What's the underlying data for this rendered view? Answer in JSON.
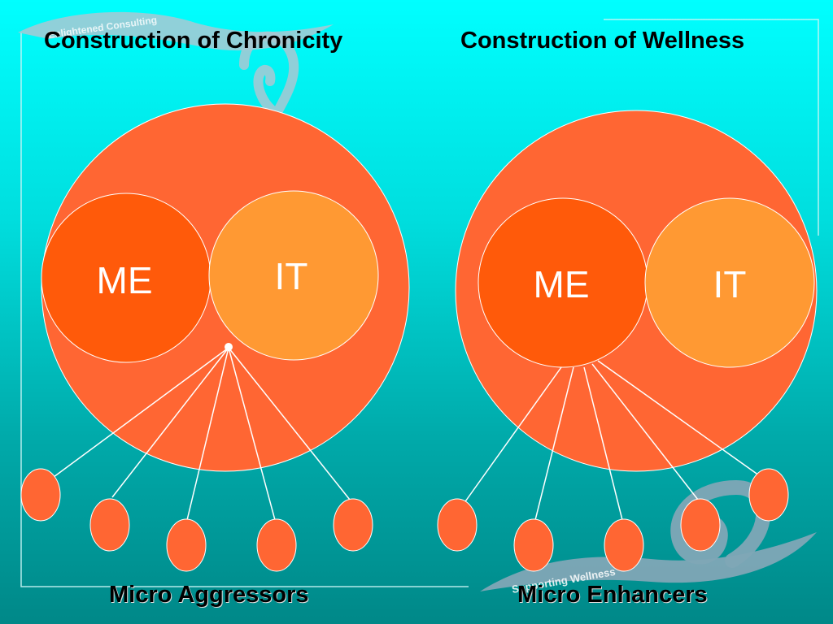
{
  "slide": {
    "left_title": "Construction of Chronicity",
    "right_title": "Construction of Wellness",
    "left_caption": "Micro Aggressors",
    "right_caption": "Micro Enhancers",
    "left_me": "ME",
    "left_it": "IT",
    "right_me": "ME",
    "right_it": "IT",
    "watermark_top": "Enlightened Consulting",
    "watermark_bottom": "Supporting Wellness"
  },
  "colors": {
    "outer_circle": "#ff6633",
    "me_circle": "#ff5a0a",
    "it_circle": "#ff9933",
    "small_node": "#ff6633",
    "swirl": "#7fa7b6",
    "background_top": "#00ffff",
    "background_bottom": "#008888"
  }
}
